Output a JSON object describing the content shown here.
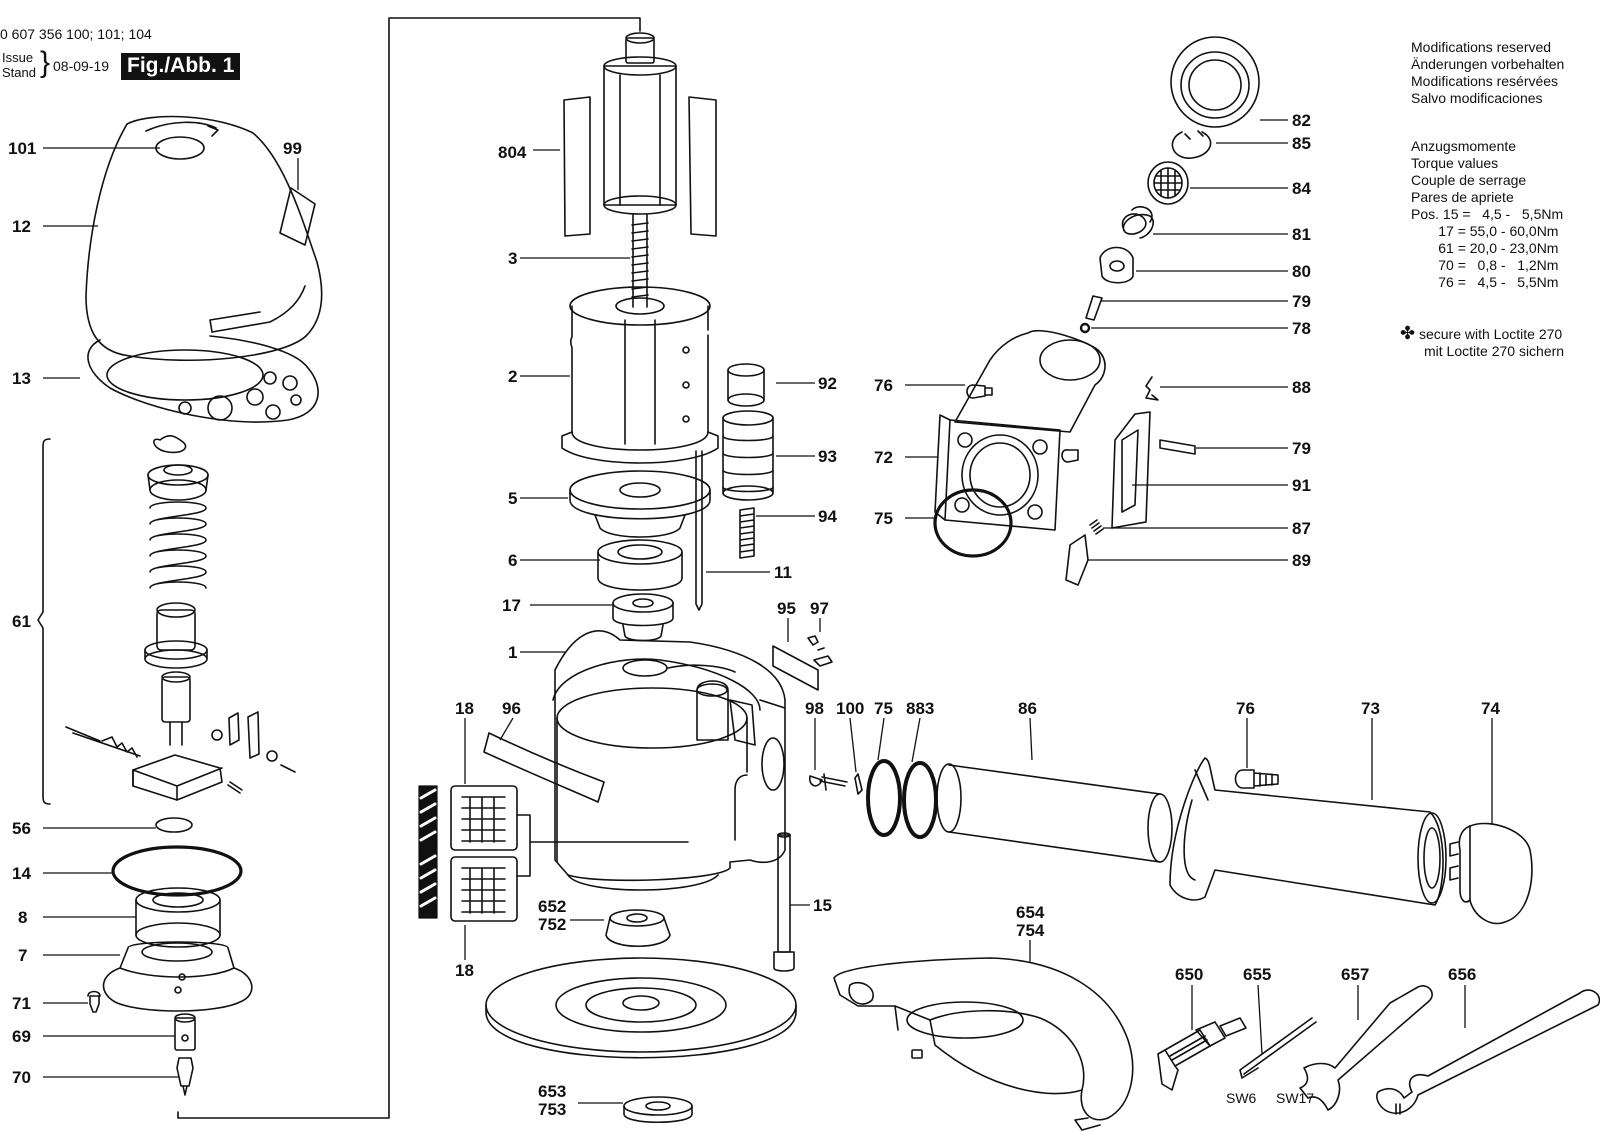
{
  "header": {
    "part_numbers": "0 607 356 100; 101; 104",
    "issue_label": "Issue",
    "stand_label": "Stand",
    "date": "08-09-19",
    "figure": "Fig./Abb. 1"
  },
  "notes": {
    "modifications": [
      "Modifications reserved",
      "Änderungen vorbehalten",
      "Modifications resérvées",
      "Salvo modificaciones"
    ],
    "torque_titles": [
      "Anzugsmomente",
      "Torque values",
      "Couple de serrage",
      "Pares de apriete"
    ],
    "torque_values": [
      "Pos. 15 =   4,5 -   5,5Nm",
      "       17 = 55,0 - 60,0Nm",
      "       61 = 20,0 - 23,0Nm",
      "       70 =   0,8 -   1,2Nm",
      "       76 =   4,5 -   5,5Nm"
    ],
    "loctite_symbol": "✤",
    "loctite": [
      "secure with Loctite 270",
      "mit Loctite 270 sichern"
    ]
  },
  "callouts": {
    "p101": "101",
    "p99": "99",
    "p12": "12",
    "p13": "13",
    "p61": "61",
    "p56": "56",
    "p14": "14",
    "p8": "8",
    "p7": "7",
    "p71": "71",
    "p69": "69",
    "p70": "70",
    "p804": "804",
    "p3": "3",
    "p2": "2",
    "p5": "5",
    "p6": "6",
    "p17": "17",
    "p1": "1",
    "p92": "92",
    "p93": "93",
    "p94": "94",
    "p11": "11",
    "p95": "95",
    "p97": "97",
    "p18a": "18",
    "p96": "96",
    "p18b": "18",
    "p652": "652",
    "p752": "752",
    "p15": "15",
    "p653": "653",
    "p753": "753",
    "p98": "98",
    "p100": "100",
    "p75a": "75",
    "p883": "883",
    "p86": "86",
    "p76a": "76",
    "p73": "73",
    "p74": "74",
    "p654": "654",
    "p754": "754",
    "p650": "650",
    "p655": "655",
    "p657": "657",
    "p656": "656",
    "sw6": "SW6",
    "sw17": "SW17",
    "p82": "82",
    "p85": "85",
    "p84": "84",
    "p81": "81",
    "p80": "80",
    "p79a": "79",
    "p78": "78",
    "p76b": "76",
    "p72": "72",
    "p75b": "75",
    "p88": "88",
    "p79b": "79",
    "p91": "91",
    "p87": "87",
    "p89": "89"
  }
}
